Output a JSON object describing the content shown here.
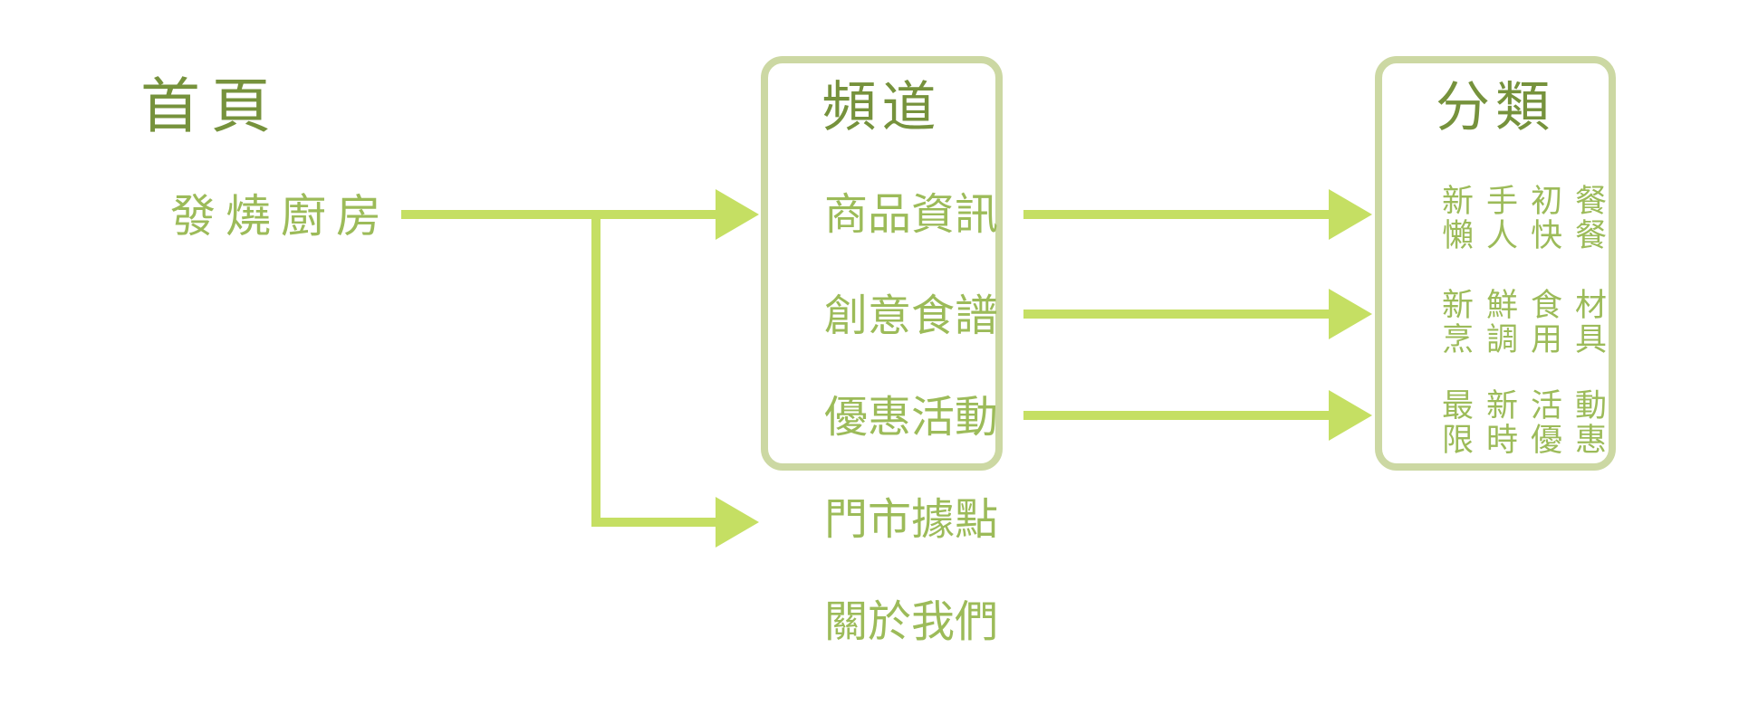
{
  "colors": {
    "background": "#ffffff",
    "title_text": "#76923c",
    "item_text": "#9cbb59",
    "arrow": "#c5df63",
    "box_border": "#ccd8a3"
  },
  "home": {
    "title": "首頁",
    "item": "發燒廚房"
  },
  "channel": {
    "title": "頻道",
    "items": [
      "商品資訊",
      "創意食譜",
      "優惠活動"
    ],
    "standalone_items": [
      "門市據點",
      "關於我們"
    ]
  },
  "category": {
    "title": "分類",
    "groups": [
      {
        "lines": [
          "新手初餐",
          "懶人快餐"
        ]
      },
      {
        "lines": [
          "新鮮食材",
          "烹調用具"
        ]
      },
      {
        "lines": [
          "最新活動",
          "限時優惠"
        ]
      }
    ]
  }
}
